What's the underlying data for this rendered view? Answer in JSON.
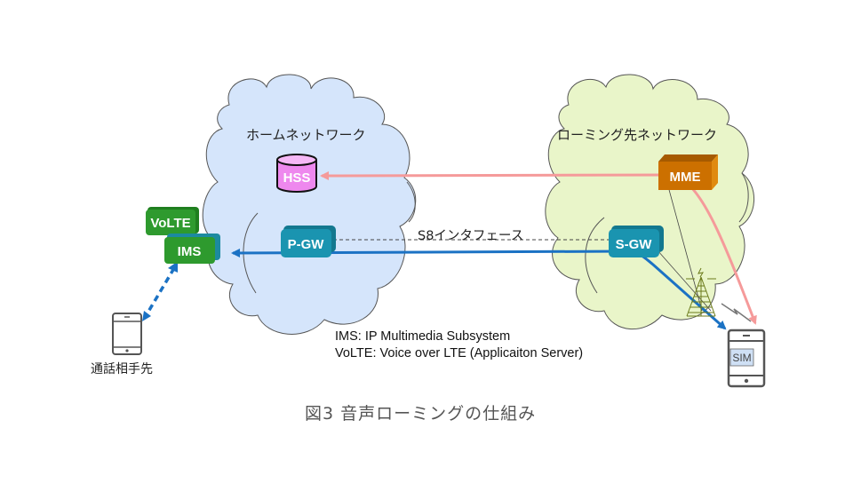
{
  "diagram": {
    "home_network": {
      "label": "ホームネットワーク",
      "fill": "#d5e5fb"
    },
    "roaming_network": {
      "label": "ローミング先ネットワーク",
      "fill": "#e9f5c9"
    },
    "nodes": {
      "hss": {
        "label": "HSS",
        "color": "#ee88ee"
      },
      "mme": {
        "label": "MME",
        "color": "#cc7000"
      },
      "volte": {
        "label": "VoLTE",
        "color": "#2e9a2e"
      },
      "ims": {
        "label": "IMS",
        "color": "#2e9a2e"
      },
      "pgw": {
        "label": "P-GW",
        "color": "#1a94b0"
      },
      "sgw": {
        "label": "S-GW",
        "color": "#1a94b0"
      },
      "sim": {
        "label": "SIM"
      }
    },
    "interface_label": "S8インタフェース",
    "peer_label": "通話相手先",
    "legend": [
      "IMS: IP Multimedia Subsystem",
      "VoLTE: Voice over LTE (Applicaiton Server)"
    ],
    "caption": "図3  音声ローミングの仕組み",
    "colors": {
      "signaling_arrow": "#f59a9a",
      "bearer_arrow": "#1b72c4",
      "dashed_arrow": "#1b72c4"
    }
  }
}
